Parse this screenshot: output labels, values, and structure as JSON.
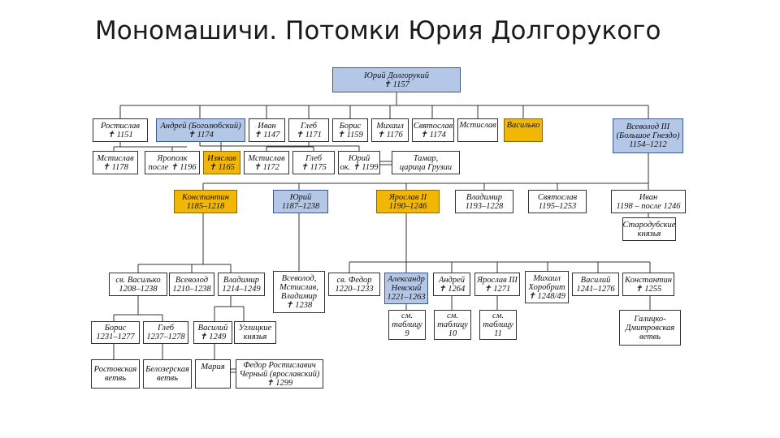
{
  "title": "Мономашичи. Потомки Юрия Долгорукого",
  "colors": {
    "blue": "#b4c7e7",
    "gold": "#f2b705",
    "line": "#333333"
  },
  "nodes": {
    "yuri": "Юрий Долгорукий\n✝ 1157",
    "rostislav": "Ростислав\n✝ 1151",
    "andrei": "Андрей (Боголюбский)\n✝ 1174",
    "ivan": "Иван\n✝ 1147",
    "gleb": "Глеб\n✝ 1171",
    "boris": "Борис\n✝ 1159",
    "mikhail": "Михаил\n✝ 1176",
    "svyatoslav": "Святослав\n✝ 1174",
    "mstislav": "Мстислав",
    "vasilko": "Василько",
    "vsevolod3": "Всеволод III\n(Большое Гнездо)\n1154–1212",
    "mstislav2": "Мстислав\n✝ 1178",
    "yaropolk": "Ярополк\nпосле ✝ 1196",
    "izyaslav": "Изяслав\n✝ 1165",
    "mstislav3": "Мстислав\n✝ 1172",
    "gleb2": "Глеб\n✝ 1175",
    "yuri2": "Юрий\nок. ✝ 1199",
    "tamar": "Тамар,\nцарица Грузии",
    "konstantin": "Константин\n1185–1218",
    "yuri3": "Юрий\n1187–1238",
    "yaroslav2": "Ярослав II\n1190–1246",
    "vladimir": "Владимир\n1193–1228",
    "svyatoslav2": "Святослав\n1195–1253",
    "ivan2": "Иван\n1198 – после 1246",
    "starodub": "Стародубские\nкнязья",
    "vasilko2": "св. Василько\n1208–1238",
    "vsevolod": "Всеволод\n1210–1238",
    "vladimir2": "Владимир\n1214–1249",
    "vsevolod_m": "Всеволод,\nМстислав,\nВладимир\n✝ 1238",
    "fedor": "св. Федор\n1220–1233",
    "alexandr": "Александр\nНевский\n1221–1263",
    "andrei2": "Андрей\n✝ 1264",
    "yaroslav3": "Ярослав III\n✝ 1271",
    "mikhail2": "Михаил\nХоробрит\n✝ 1248/49",
    "vasily": "Василий\n1241–1276",
    "konstantin2": "Константин\n✝ 1255",
    "table9": "см.\nтаблицу\n9",
    "table10": "см.\nтаблицу\n10",
    "table11": "см.\nтаблицу\n11",
    "galich": "Галицко-\nДмитровская\nветвь",
    "boris2": "Борис\n1231–1277",
    "gleb3": "Глеб\n1237–1278",
    "vasily2": "Василий\n✝ 1249",
    "uglich": "Углицкие\nкнязья",
    "rostov": "Ростовская\nветвь",
    "beloozero": "Белозерская\nветвь",
    "maria": "Мария",
    "fedor2": "Федор Ростиславич\nЧерный (ярославский)\n✝ 1299"
  }
}
